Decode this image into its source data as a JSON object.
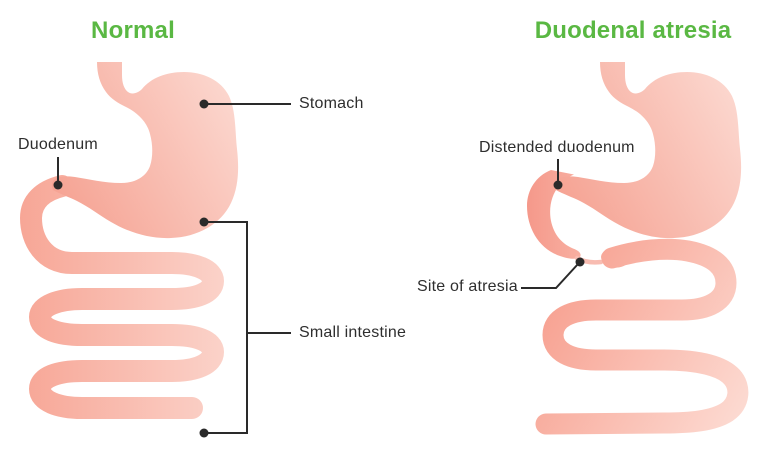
{
  "figure_type": "medical-illustration",
  "left_panel": {
    "title": "Normal",
    "labels": {
      "stomach": "Stomach",
      "duodenum": "Duodenum",
      "small_intestine": "Small intestine"
    }
  },
  "right_panel": {
    "title": "Duodenal atresia",
    "labels": {
      "distended_duodenum": "Distended duodenum",
      "site_of_atresia": "Site of atresia"
    }
  },
  "colors": {
    "title_green": "#5AB843",
    "label_text": "#2E2E2E",
    "leader_line": "#2A2A2A",
    "salmon_dark": "#F5A090",
    "salmon_mid": "#F7A696",
    "pink_light": "#FCDAD2",
    "strand_pink": "#F8BCB1",
    "background": "#FFFFFF"
  }
}
